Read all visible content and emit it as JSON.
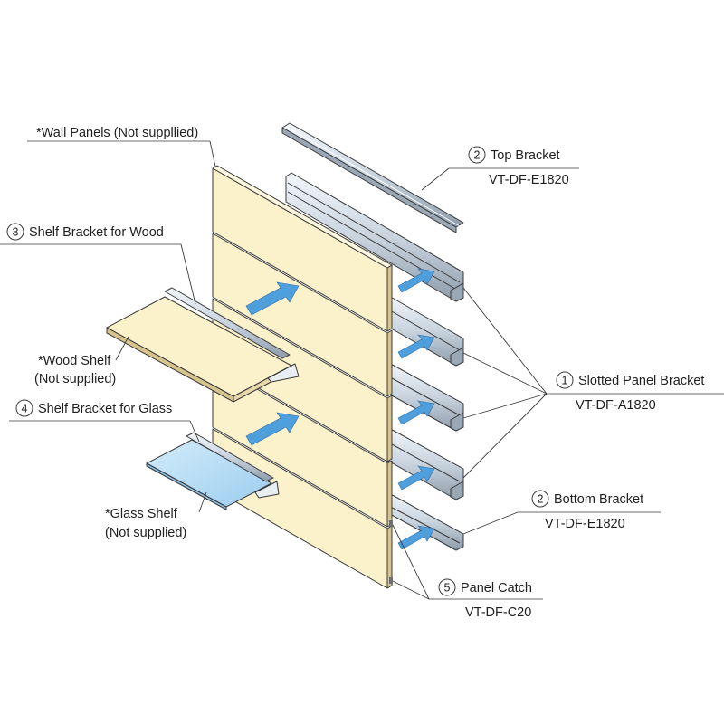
{
  "labels": {
    "wall_panels": "*Wall Panels (Not suppllied)",
    "top_bracket": {
      "number": "2",
      "name": "Top Bracket",
      "code": "VT-DF-E1820"
    },
    "shelf_bracket_wood": {
      "number": "3",
      "name": "Shelf Bracket for Wood"
    },
    "wood_shelf": {
      "line1": "*Wood Shelf",
      "line2": "(Not supplied)"
    },
    "shelf_bracket_glass": {
      "number": "4",
      "name": "Shelf Bracket for Glass"
    },
    "glass_shelf": {
      "line1": "*Glass Shelf",
      "line2": "(Not supplied)"
    },
    "slotted_panel_bracket": {
      "number": "1",
      "name": "Slotted Panel Bracket",
      "code": "VT-DF-A1820"
    },
    "bottom_bracket": {
      "number": "2",
      "name": "Bottom Bracket",
      "code": "VT-DF-E1820"
    },
    "panel_catch": {
      "number": "5",
      "name": "Panel Catch",
      "code": "VT-DF-C20"
    }
  },
  "colors": {
    "panel_face": "#fbf1cb",
    "panel_edge": "#d7c48d",
    "rail_light": "#e4ecf4",
    "rail_mid": "#b9c6d3",
    "arrow": "#4f9fdc",
    "glass": "#b9ddf4",
    "line": "#3a3a3a"
  }
}
